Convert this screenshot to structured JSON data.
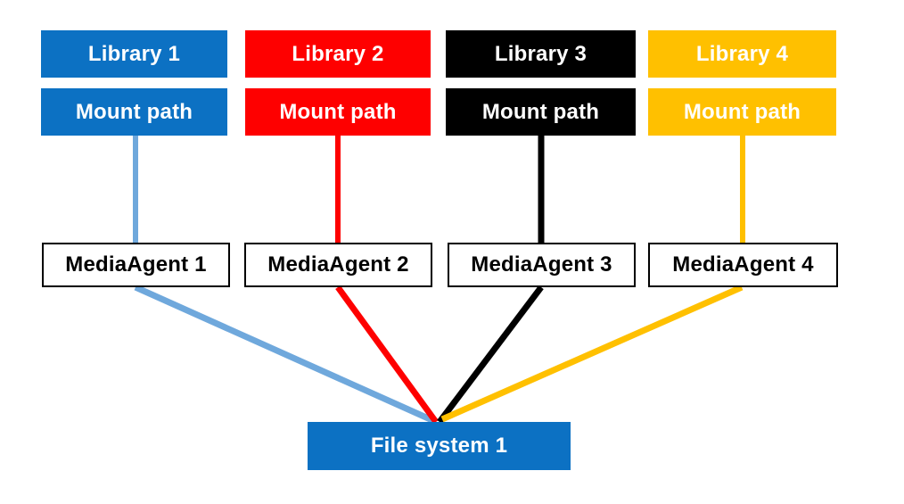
{
  "diagram": {
    "title": "Libraries with mount paths connected via MediaAgents to a shared file system",
    "background_color": "#ffffff",
    "columns": [
      {
        "library_label": "Library 1",
        "mount_label": "Mount path",
        "agent_label": "MediaAgent 1",
        "box_color": "#0C71C3",
        "line_color": "#6FA8DC",
        "text_color": "#ffffff"
      },
      {
        "library_label": "Library 2",
        "mount_label": "Mount path",
        "agent_label": "MediaAgent 2",
        "box_color": "#FE0000",
        "line_color": "#FE0000",
        "text_color": "#ffffff"
      },
      {
        "library_label": "Library 3",
        "mount_label": "Mount path",
        "agent_label": "MediaAgent 3",
        "box_color": "#000000",
        "line_color": "#000000",
        "text_color": "#ffffff"
      },
      {
        "library_label": "Library 4",
        "mount_label": "Mount path",
        "agent_label": "MediaAgent 4",
        "box_color": "#FFC000",
        "line_color": "#FFC000",
        "text_color": "#ffffff"
      }
    ],
    "agent_box": {
      "bg_color": "#ffffff",
      "border_color": "#000000",
      "text_color": "#000000"
    },
    "file_system": {
      "label": "File system 1",
      "box_color": "#0C71C3",
      "text_color": "#ffffff"
    }
  }
}
